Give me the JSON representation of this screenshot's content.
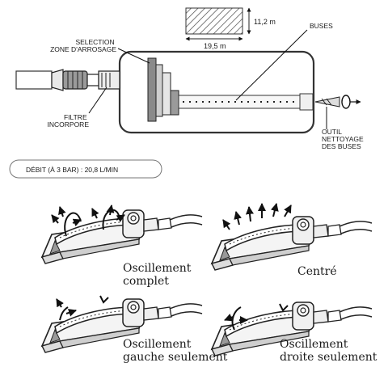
{
  "top_diagram": {
    "dimension_height": "11,2 m",
    "dimension_width": "19,5 m",
    "label_nozzles": "BUSES",
    "label_zone_line1": "SELECTION",
    "label_zone_line2": "ZONE D'ARROSAGE",
    "label_filter_line1": "FILTRE",
    "label_filter_line2": "INCORPORE",
    "label_tool_line1": "OUTIL",
    "label_tool_line2": "NETTOYAGE",
    "label_tool_line3": "DES BUSES"
  },
  "flow_rate": "DÉBIT (À 3 BAR) : 20,8 L/MIN",
  "modes": [
    {
      "line1": "Oscillement",
      "line2": "complet"
    },
    {
      "line1": "Centré",
      "line2": ""
    },
    {
      "line1": "Oscillement",
      "line2": "gauche seulement"
    },
    {
      "line1": "Oscillement",
      "line2": "droite seulement"
    }
  ],
  "icons": {
    "area": "hatched-rectangle",
    "sprinkler": "oscillating-sprinkler",
    "spray": "spray-arrows",
    "tool": "cleaning-tool"
  }
}
